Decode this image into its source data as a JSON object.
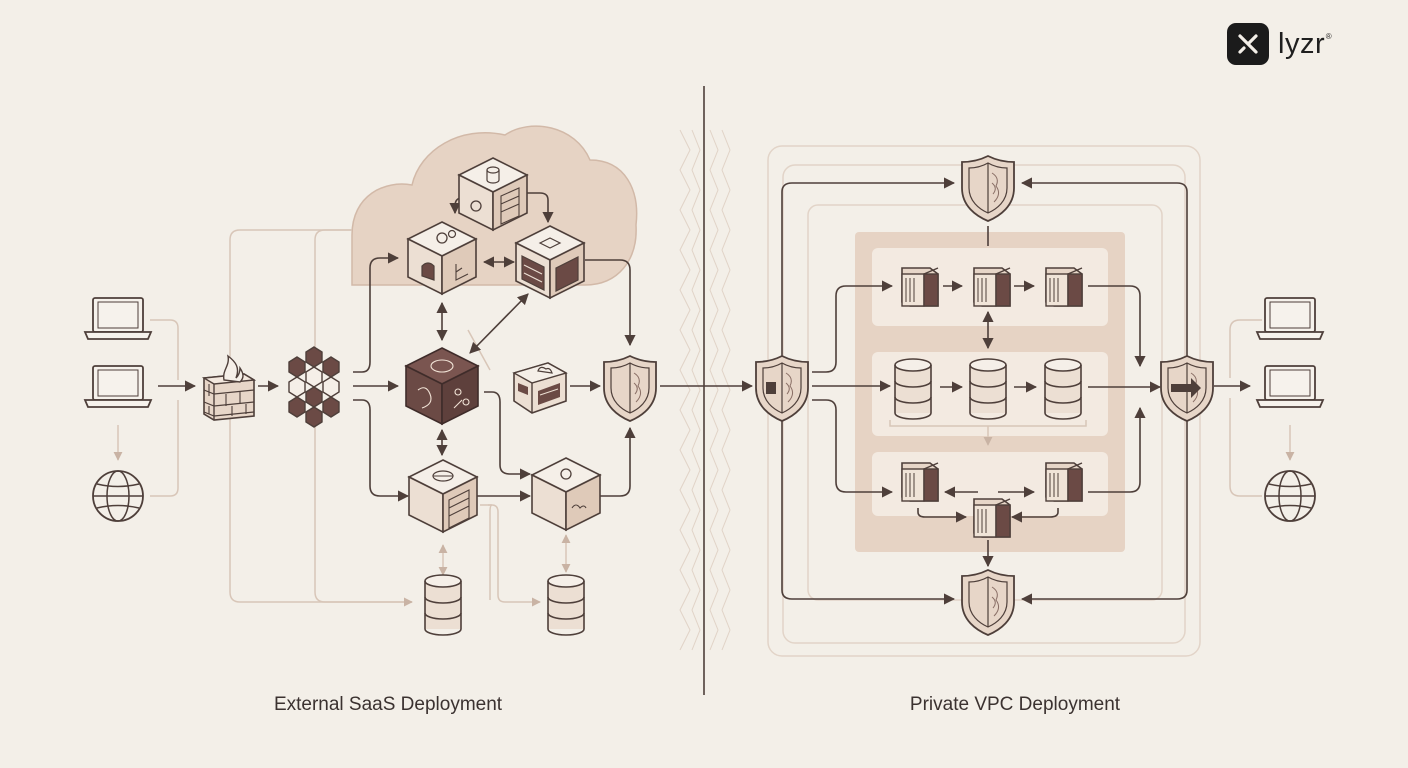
{
  "brand": {
    "name": "lyzr",
    "mark": "®"
  },
  "sections": {
    "left": {
      "title": "External SaaS Deployment"
    },
    "right": {
      "title": "Private VPC Deployment"
    }
  },
  "colors": {
    "background": "#f3efe8",
    "line": "#4e3f3a",
    "faint_line": "#d8c6b8",
    "accent_fill": "#e3cdbb",
    "cube_dark": "#6b4a45",
    "cube_light": "#ecdfd3"
  },
  "icons": [
    "laptop-icon",
    "globe-icon",
    "firewall-icon",
    "hexagon-mesh-icon",
    "cube-icon",
    "database-icon",
    "shield-icon",
    "cloud-icon",
    "server-rack-icon"
  ]
}
